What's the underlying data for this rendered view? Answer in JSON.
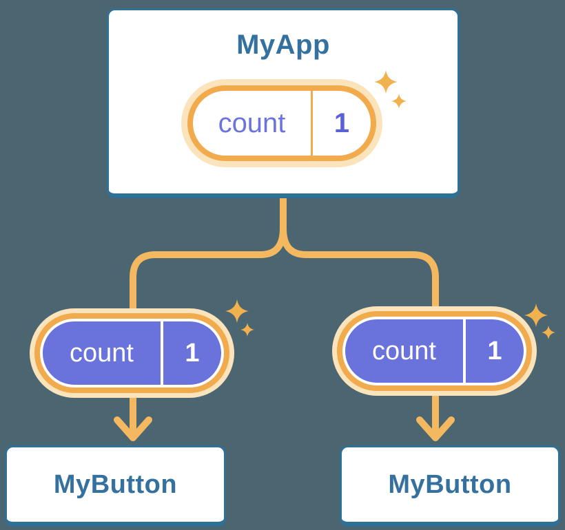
{
  "diagram": {
    "description": "component-state-tree",
    "background_color": "#4C6671",
    "accent_orange": "#F4B860",
    "accent_purple": "#6A72DB",
    "accent_blue": "#35719E",
    "root": {
      "title": "MyApp",
      "state_name": "count",
      "state_value": "1"
    },
    "children": [
      {
        "title": "MyButton",
        "state_name": "count",
        "state_value": "1"
      },
      {
        "title": "MyButton",
        "state_name": "count",
        "state_value": "1"
      }
    ]
  }
}
